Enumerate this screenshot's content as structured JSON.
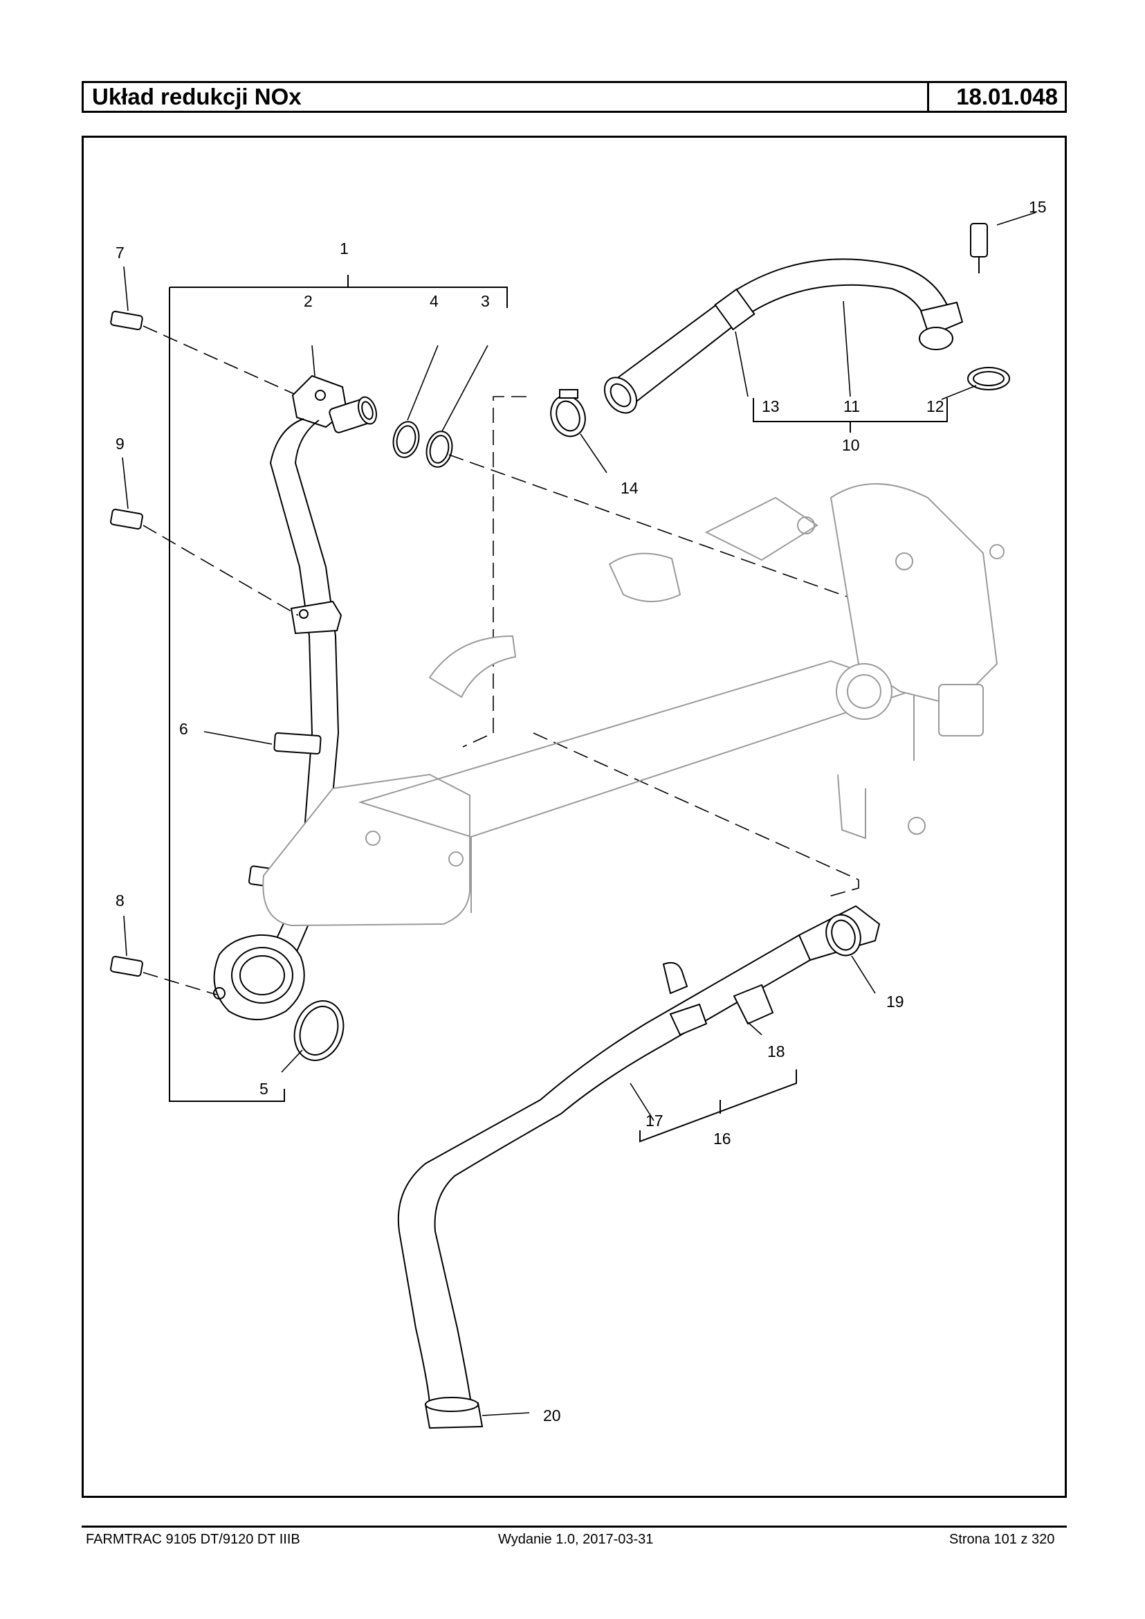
{
  "header": {
    "title": "Układ redukcji NOx",
    "code": "18.01.048"
  },
  "diagram": {
    "callouts": [
      "1",
      "2",
      "3",
      "4",
      "5",
      "6",
      "7",
      "8",
      "9",
      "10",
      "11",
      "12",
      "13",
      "14",
      "15",
      "16",
      "17",
      "18",
      "19",
      "20"
    ]
  },
  "footer": {
    "left": "FARMTRAC 9105 DT/9120 DT IIIB",
    "center": "Wydanie 1.0,  2017-03-31",
    "right": "Strona 101 z 320"
  }
}
